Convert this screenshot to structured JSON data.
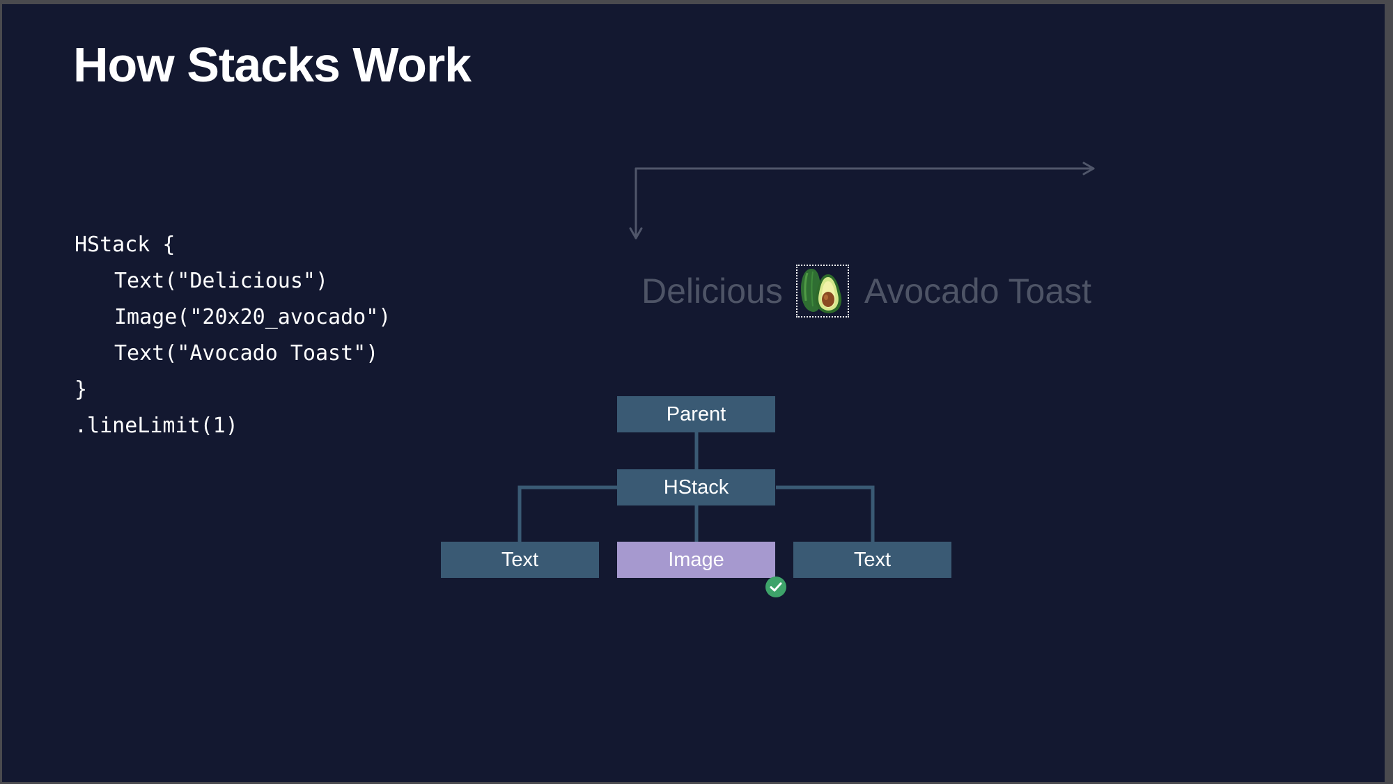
{
  "title": "How Stacks Work",
  "code": {
    "lines": [
      "HStack {",
      "Text(\"Delicious\")",
      "Image(\"20x20_avocado\")",
      "Text(\"Avocado Toast\")",
      "}",
      ".lineLimit(1)"
    ]
  },
  "preview": {
    "left_text": "Delicious",
    "right_text": "Avocado Toast",
    "image_icon": "avocado-icon"
  },
  "tree": {
    "parent": "Parent",
    "stack": "HStack",
    "children": [
      "Text",
      "Image",
      "Text"
    ],
    "selected_child": "Image"
  },
  "colors": {
    "background": "#131830",
    "node": "#3a5a74",
    "node_selected": "#a699cf",
    "check": "#3ea36a",
    "dim_text": "#4e5466"
  }
}
